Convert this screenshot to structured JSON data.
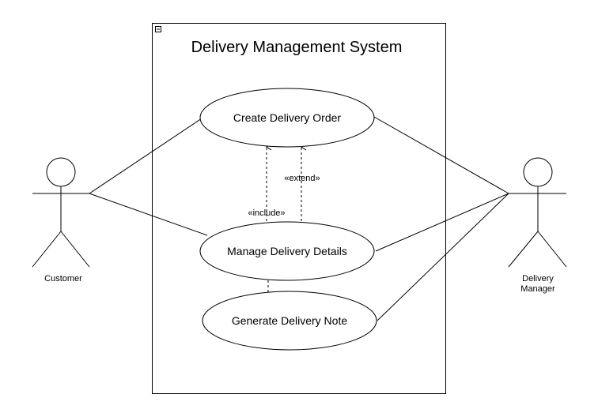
{
  "system": {
    "title": "Delivery Management System"
  },
  "actors": {
    "customer": {
      "label": "Customer"
    },
    "delivery_manager": {
      "label_line1": "Delivery",
      "label_line2": "Manager"
    }
  },
  "use_cases": {
    "create_order": {
      "label": "Create Delivery Order"
    },
    "manage_details": {
      "label": "Manage Delivery Details"
    },
    "generate_note": {
      "label": "Generate Delivery Note"
    }
  },
  "relations": {
    "include": {
      "label": "«include»"
    },
    "extend": {
      "label": "«extend»"
    }
  },
  "icons": {
    "collapse": "minus-box-icon"
  },
  "colors": {
    "stroke": "#000000",
    "background": "#ffffff"
  }
}
